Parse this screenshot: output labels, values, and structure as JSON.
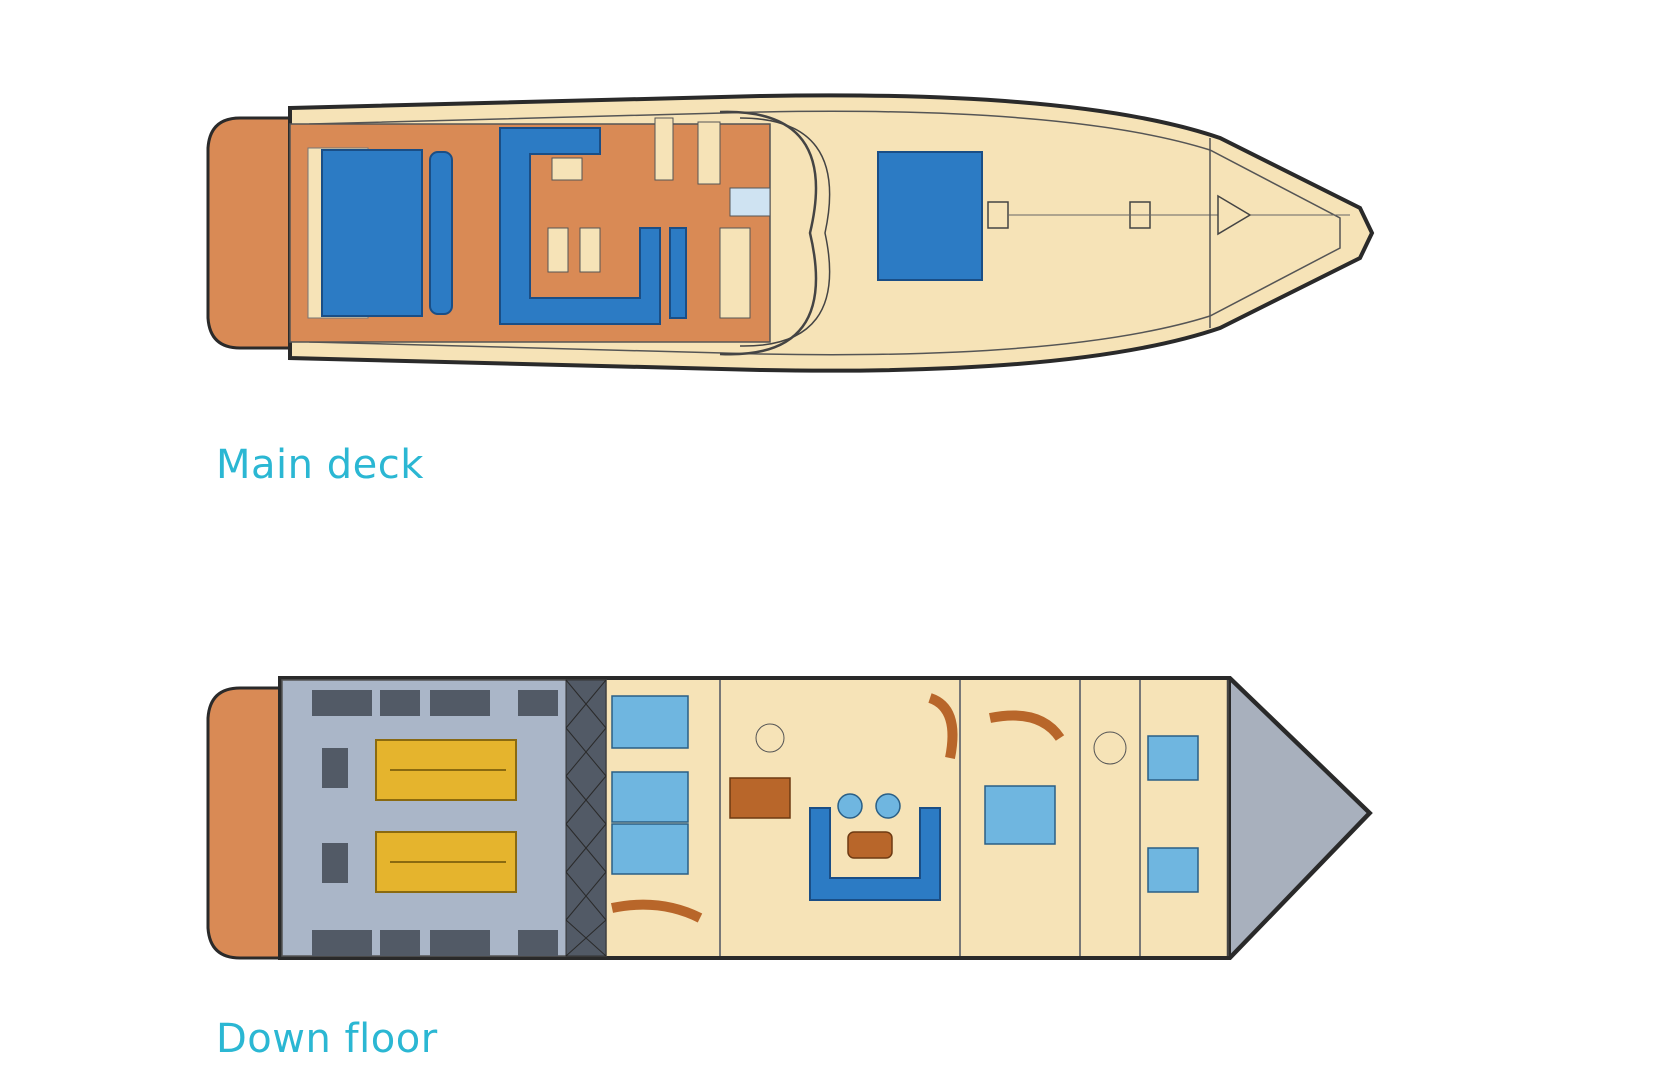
{
  "captions": {
    "main_deck": "Main deck",
    "down_floor": "Down floor"
  },
  "colors": {
    "caption": "#2bb7d3",
    "deck_cream": "#f6e3b7",
    "deck_tan": "#d98a55",
    "cushion_blue": "#2c7bc4",
    "hull_outline": "#2a2a2a",
    "engine_room_grey": "#aab6c8",
    "engine_yellow": "#e5b42d",
    "cabin_light_blue": "#6fb6e0",
    "wood_brown": "#b8662a",
    "bow_grey": "#a8b0bd"
  },
  "icons": {
    "main_deck_plan": "yacht-main-deck-plan",
    "down_floor_plan": "yacht-lower-deck-plan"
  }
}
